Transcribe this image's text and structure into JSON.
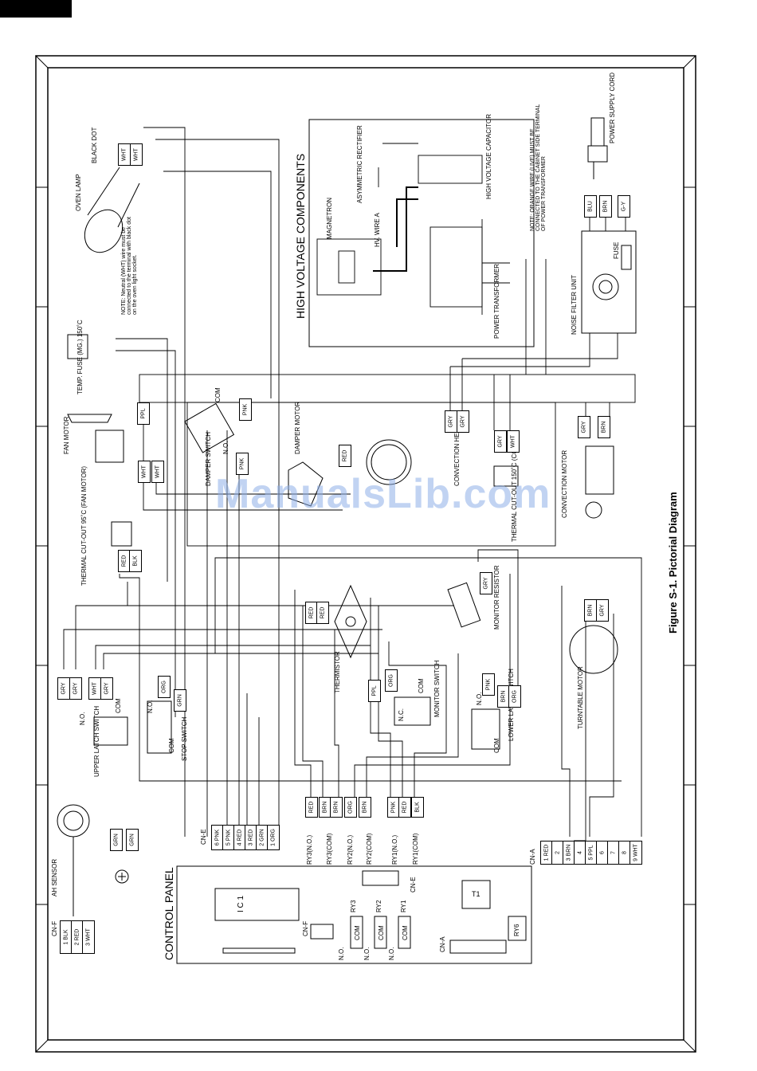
{
  "figure_title": "Figure S-1. Pictorial Diagram",
  "watermark": "ManualsLib.com",
  "sections": {
    "hv_components": "HIGH VOLTAGE COMPONENTS",
    "control_panel": "CONTROL PANEL"
  },
  "components": {
    "oven_lamp": "OVEN LAMP",
    "black_dot": "BLACK DOT",
    "lamp_note": "NOTE: Neutral (WHT) wire must be connected to the terminal with black dot on the oven light socket.",
    "magnetron": "MAGNETRON",
    "asym_rectifier": "ASYMMETRIC RECTIFIER",
    "hv_wire_a": "HV. WIRE A",
    "hv_capacitor": "HIGH VOLTAGE CAPACITOR",
    "power_transformer": "POWER TRANSFORMER",
    "orange_note": "NOTE: ORANGE WIRE (LIVE) MUST BE CONNECTED TO THE CABINET SIDE TERMINAL OF POWER TRANSFORMER",
    "power_supply_cord": "POWER SUPPLY CORD",
    "noise_filter": "NOISE FILTER UNIT",
    "fuse": "FUSE",
    "temp_fuse": "TEMP. FUSE (MG.) 150˚C",
    "fan_motor": "FAN MOTOR",
    "damper_switch": "DAMPER SWITCH",
    "damper_motor": "DAMPER MOTOR",
    "convection_heater": "CONVECTION HEATER",
    "thermal_cutout_conv": "THERMAL CUT-OUT 150˚C (CONV.)",
    "convection_motor": "CONVECTION MOTOR",
    "thermal_cutout_fan": "THERMAL CUT-OUT 95˚C (FAN MOTOR)",
    "thermistor": "THERMISTOR",
    "monitor_resistor": "MONITOR RESISTOR",
    "monitor_switch": "MONITOR SWITCH",
    "lower_latch": "LOWER LATCH SWITCH",
    "upper_latch": "UPPER LATCH SWITCH",
    "stop_switch": "STOP SWITCH",
    "turntable_motor": "TURNTABLE MOTOR",
    "ah_sensor": "AH SENSOR"
  },
  "switch_terms": {
    "no": "N.O.",
    "nc": "N.C.",
    "com": "COM"
  },
  "wire_colors": [
    "WHT",
    "RED",
    "GRY",
    "PPL",
    "PNK",
    "BLK",
    "ORG",
    "GRN",
    "BRN",
    "BLU",
    "G-Y"
  ],
  "connectors": {
    "cn_e": {
      "name": "CN-E",
      "pins": [
        "6 PNK",
        "5 PNK",
        "4 RED",
        "3 RED",
        "2 GRN",
        "1 ORG"
      ]
    },
    "cn_a": {
      "name": "CN-A",
      "pins": [
        "1 RED",
        "2",
        "3 BRN",
        "4",
        "5 PPL",
        "6",
        "7",
        "8",
        "9 WHT"
      ]
    },
    "cn_f": {
      "name": "CN-F",
      "pins": [
        "1 BLK",
        "2 RED",
        "3 WHT"
      ]
    },
    "relays_top": [
      "RY3(N.O.)",
      "RY3(COM)",
      "RY2(N.O.)",
      "RY2(COM)",
      "RY1(N.O.)",
      "RY1(COM)"
    ],
    "relay_wires": [
      "RED",
      "BRN",
      "BRN",
      "ORG",
      "BRN",
      "PNK",
      "RED",
      "BLK"
    ]
  },
  "control_panel_parts": {
    "ic": "I C 1",
    "t1": "T1",
    "ry6": "RY6",
    "relays": [
      "RY3",
      "RY2",
      "RY1"
    ],
    "com": "COM",
    "no": "N.O."
  }
}
